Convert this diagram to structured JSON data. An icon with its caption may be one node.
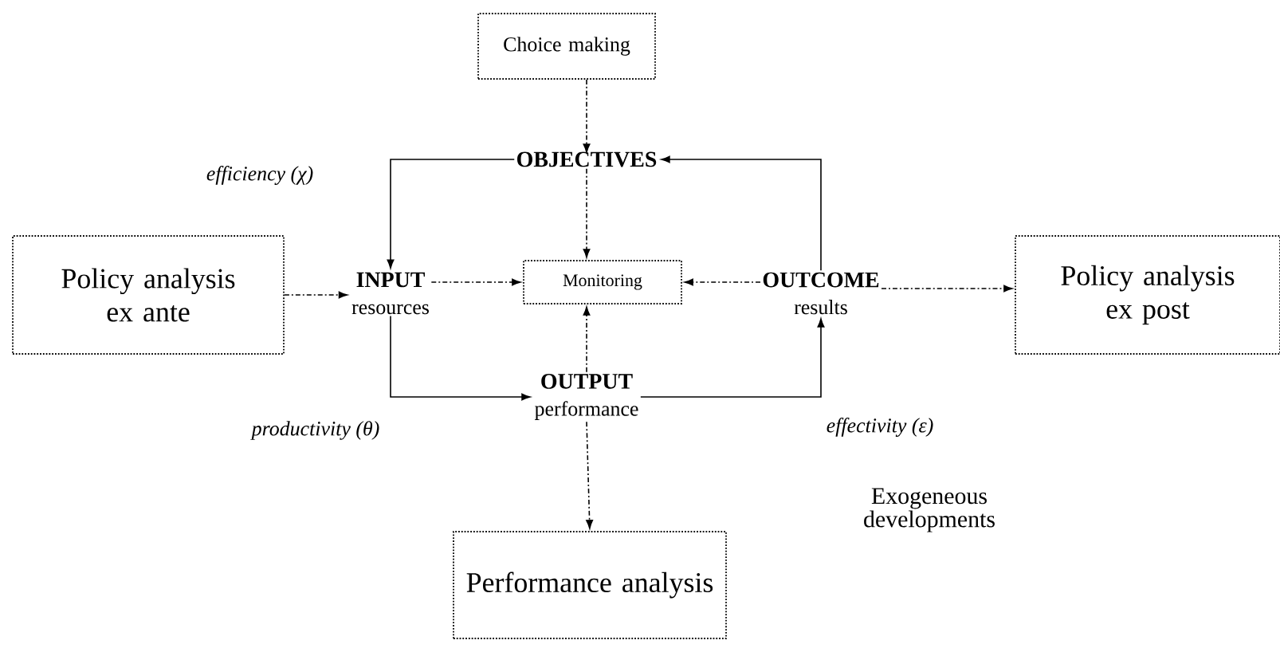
{
  "diagram": {
    "nodes": [
      {
        "text": [
          "Choice making"
        ]
      },
      {
        "text": [
          "OBJECTIVES"
        ]
      },
      {
        "text": [
          "Policy analysis ex ante"
        ]
      },
      {
        "text": [
          "INPUT",
          "resources"
        ]
      },
      {
        "text": [
          "Monitoring"
        ]
      },
      {
        "text": [
          "OUTCOME",
          "results"
        ]
      },
      {
        "text": [
          "Policy analysis ex post"
        ]
      },
      {
        "text": [
          "OUTPUT",
          "performance"
        ]
      },
      {
        "text": [
          "Performance analysis"
        ]
      }
    ],
    "edges": [
      {
        "from": 0,
        "to": 1,
        "arrow": "to",
        "style": "dashed"
      },
      {
        "from": 1,
        "to": 3,
        "arrow": "to",
        "label": "efficiency (χ)"
      },
      {
        "from": 1,
        "to": 4,
        "arrow": "to",
        "style": "dashed"
      },
      {
        "from": 2,
        "to": 3,
        "arrow": "to",
        "style": "dashed"
      },
      {
        "from": 3,
        "to": 4,
        "arrow": "to",
        "style": "dashed"
      },
      {
        "from": 5,
        "to": 4,
        "arrow": "to",
        "style": "dashed"
      },
      {
        "from": 5,
        "to": 6,
        "arrow": "to",
        "style": "dashed"
      },
      {
        "from": 7,
        "to": 4,
        "arrow": "to",
        "style": "dashed"
      },
      {
        "from": 3,
        "to": 7,
        "arrow": "to",
        "label": "productivity (θ)"
      },
      {
        "from": 7,
        "to": 5,
        "arrow": "to",
        "label": "effectivity (ε)"
      },
      {
        "from": 5,
        "to": 1,
        "arrow": "to"
      },
      {
        "from": 7,
        "to": 8,
        "arrow": "to",
        "style": "dashed"
      }
    ],
    "labels": [
      "Exogeneous developments"
    ]
  }
}
